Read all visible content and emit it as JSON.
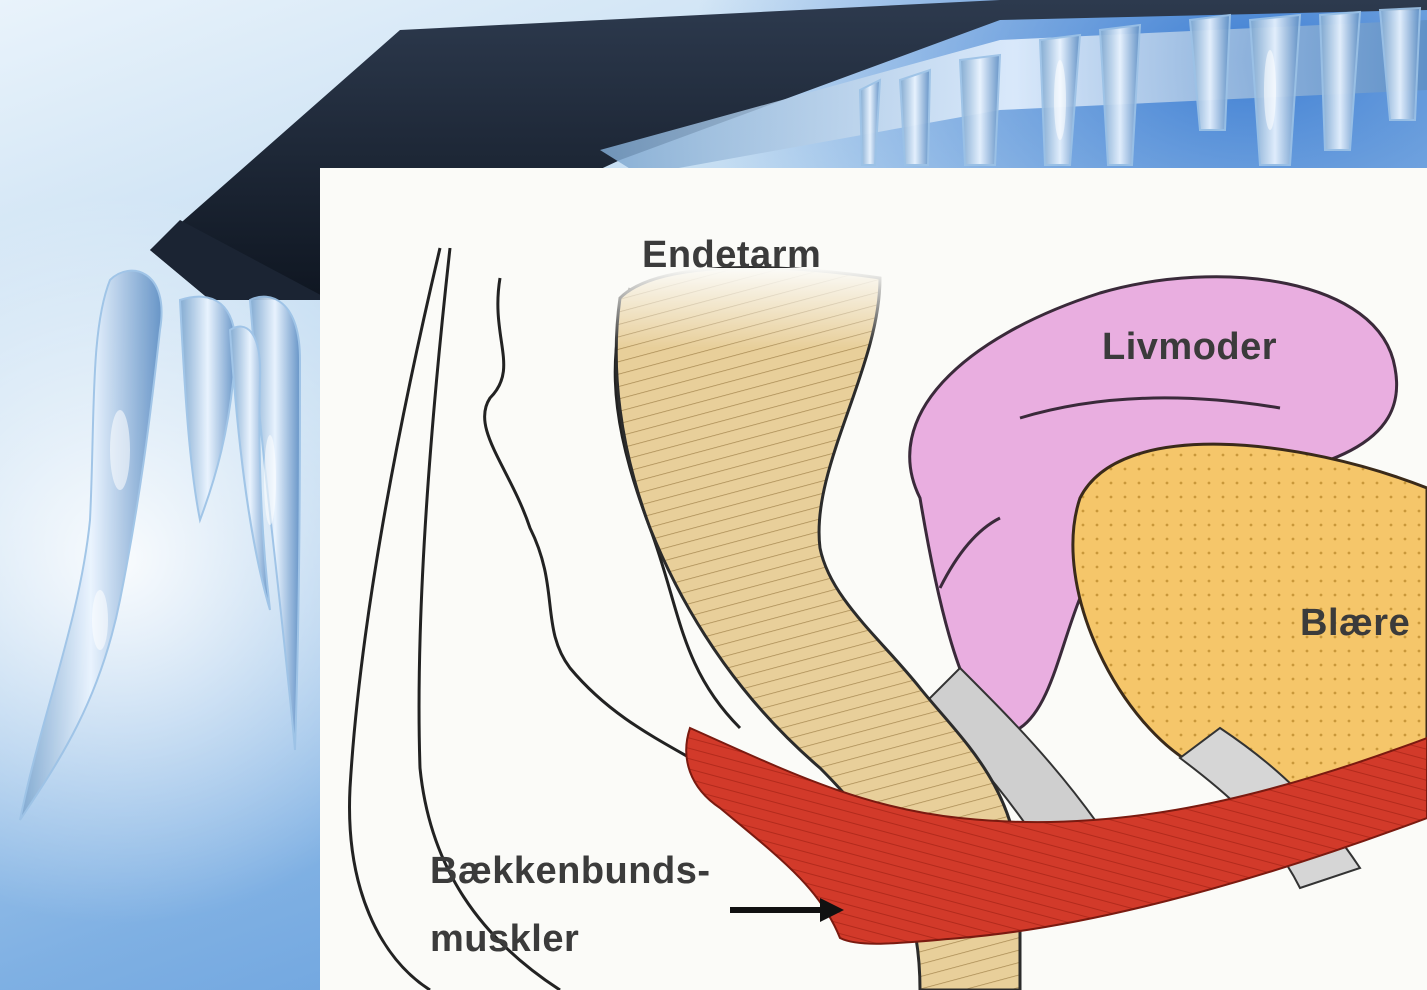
{
  "diagram": {
    "labels": {
      "endetarm": "Endetarm",
      "livmoder": "Livmoder",
      "blaere": "Blære",
      "baekkenbund_line1": "Bækkenbunds-",
      "baekkenbund_line2": "muskler"
    }
  },
  "colors": {
    "uterus": "#e9aee0",
    "bladder": "#f5c66a",
    "rectum": "#e8cf9a",
    "muscle": "#d23a2a"
  }
}
